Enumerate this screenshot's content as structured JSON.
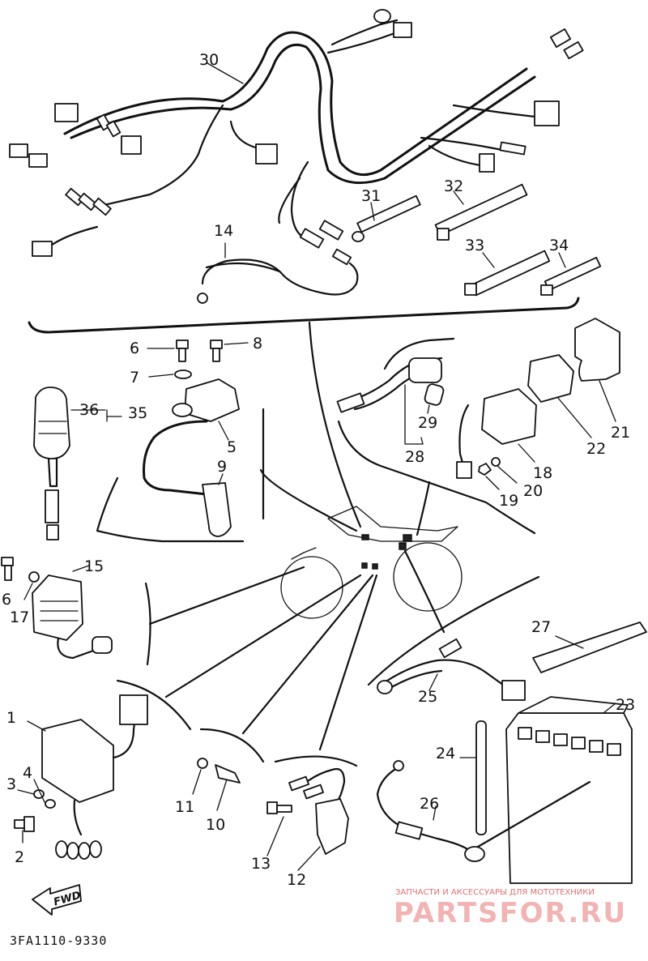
{
  "diagram_code": "3FA1110-9330",
  "fwd_label": "FWD",
  "watermark": {
    "tagline": "ЗАПЧАСТИ И АКСЕССУАРЫ ДЛЯ МОТОТЕХНИКИ",
    "brand": "PARTSFOR.RU"
  },
  "callouts": [
    {
      "id": "30",
      "label": "30"
    },
    {
      "id": "31",
      "label": "31"
    },
    {
      "id": "32",
      "label": "32"
    },
    {
      "id": "33",
      "label": "33"
    },
    {
      "id": "34",
      "label": "34"
    },
    {
      "id": "14",
      "label": "14"
    },
    {
      "id": "6a",
      "label": "6"
    },
    {
      "id": "7",
      "label": "7"
    },
    {
      "id": "8",
      "label": "8"
    },
    {
      "id": "36",
      "label": "36"
    },
    {
      "id": "35",
      "label": "35"
    },
    {
      "id": "5",
      "label": "5"
    },
    {
      "id": "9",
      "label": "9"
    },
    {
      "id": "29",
      "label": "29"
    },
    {
      "id": "28",
      "label": "28"
    },
    {
      "id": "18",
      "label": "18"
    },
    {
      "id": "19",
      "label": "19"
    },
    {
      "id": "20",
      "label": "20"
    },
    {
      "id": "21",
      "label": "21"
    },
    {
      "id": "22",
      "label": "22"
    },
    {
      "id": "6b",
      "label": "6"
    },
    {
      "id": "17",
      "label": "17"
    },
    {
      "id": "15",
      "label": "15"
    },
    {
      "id": "27",
      "label": "27"
    },
    {
      "id": "1",
      "label": "1"
    },
    {
      "id": "3",
      "label": "3"
    },
    {
      "id": "4",
      "label": "4"
    },
    {
      "id": "2",
      "label": "2"
    },
    {
      "id": "11",
      "label": "11"
    },
    {
      "id": "10",
      "label": "10"
    },
    {
      "id": "13",
      "label": "13"
    },
    {
      "id": "12",
      "label": "12"
    },
    {
      "id": "25",
      "label": "25"
    },
    {
      "id": "23",
      "label": "23"
    },
    {
      "id": "24",
      "label": "24"
    },
    {
      "id": "26",
      "label": "26"
    }
  ]
}
